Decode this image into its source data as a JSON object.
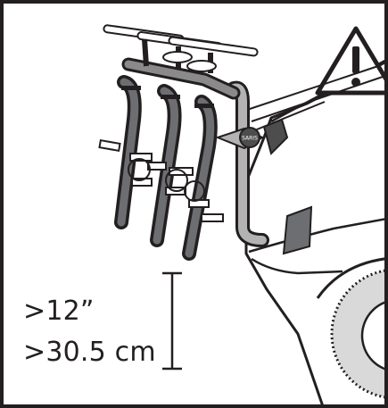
{
  "diagram": {
    "clearance": {
      "inches_label": ">12”",
      "centimeters_label": ">30.5 cm"
    },
    "warning_symbol": "warning-triangle-icon",
    "rack_badge_text": "SARIS",
    "colors": {
      "outline": "#231f20",
      "rack_gray": "#8a8a8a",
      "rack_dark": "#4d4d4d",
      "tire_light": "#d9d9d9",
      "background": "#ffffff"
    }
  }
}
